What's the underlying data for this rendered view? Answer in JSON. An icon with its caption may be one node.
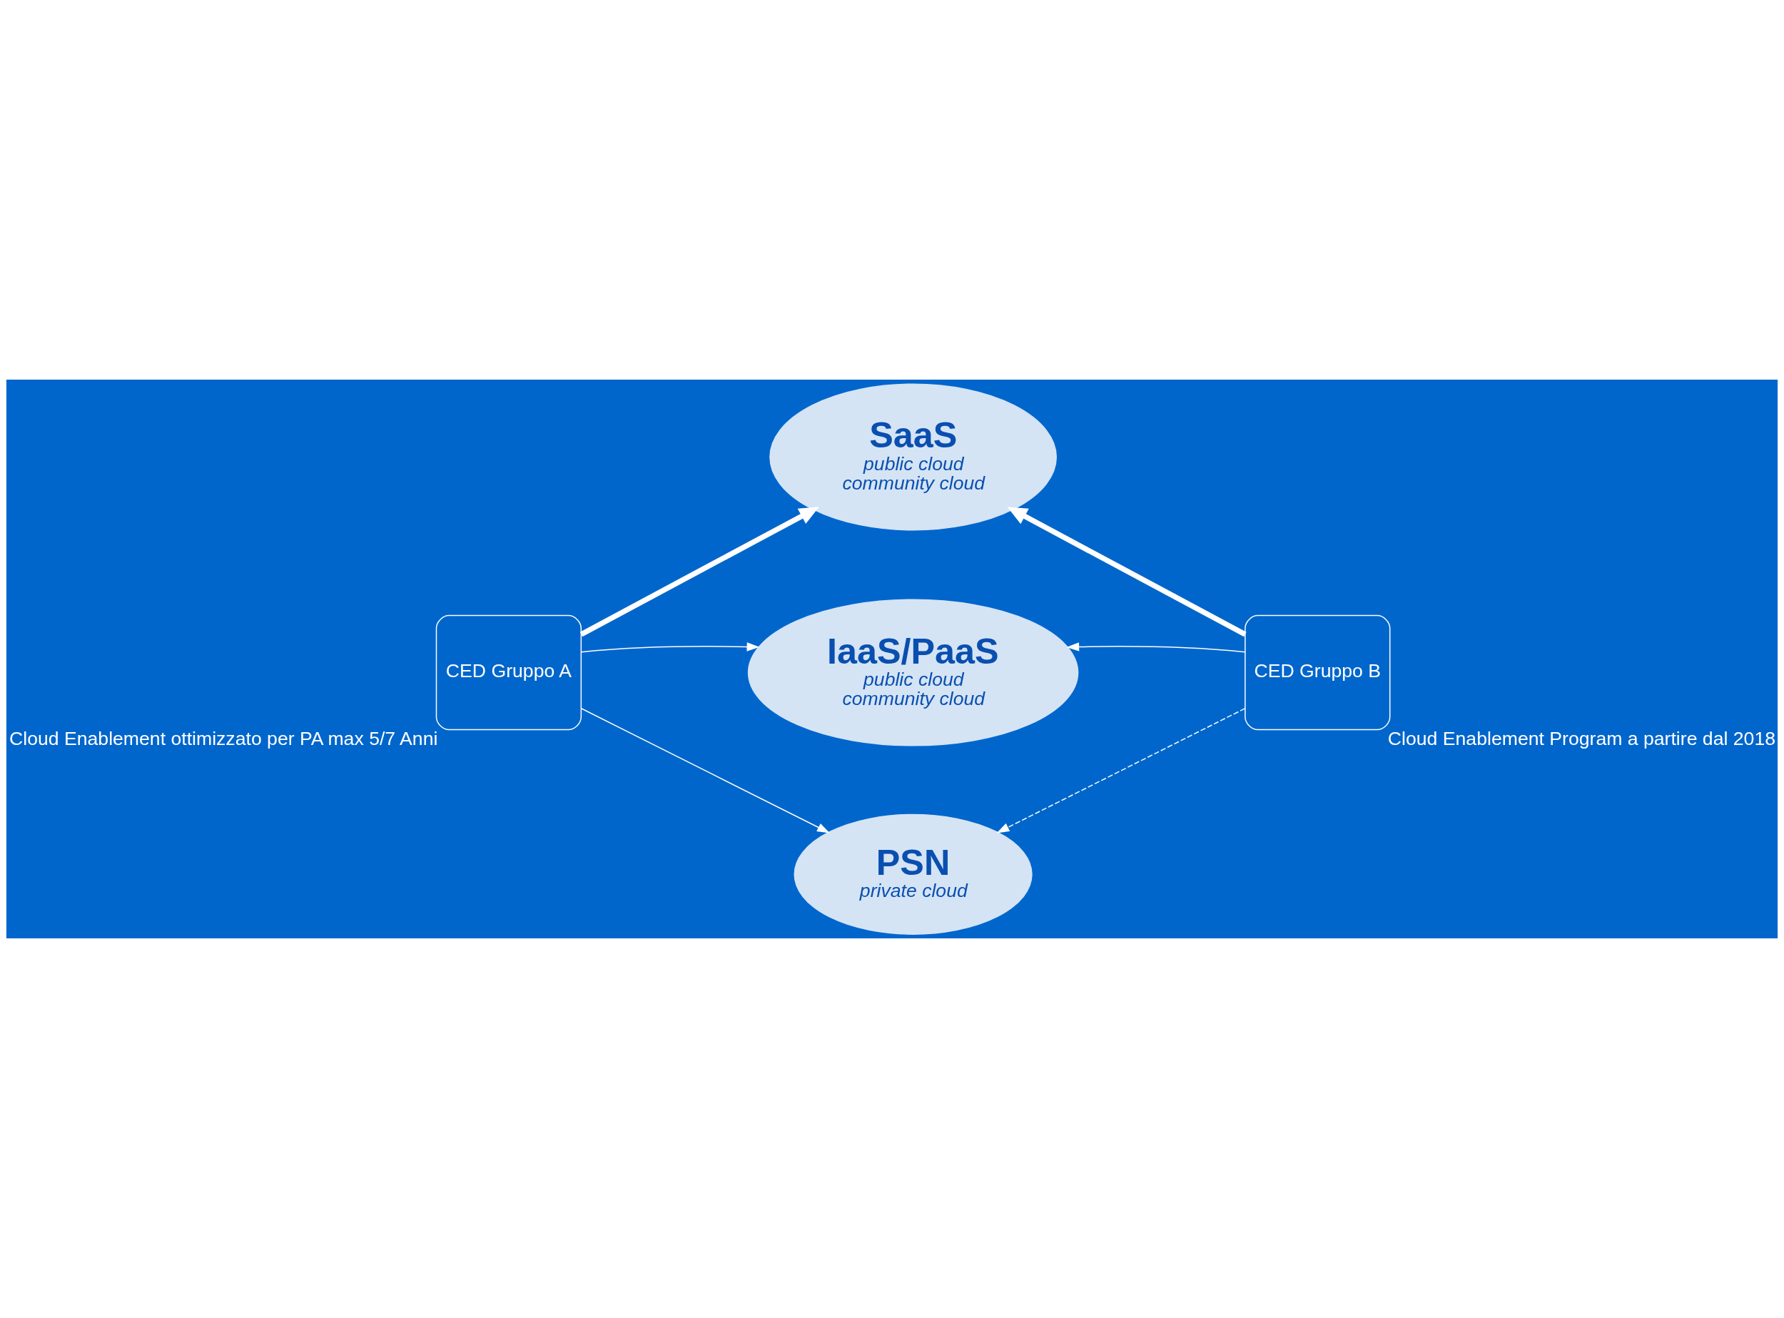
{
  "diagram": {
    "nodes": [
      {
        "text": [
          "SaaS",
          "public cloud",
          "community cloud"
        ]
      },
      {
        "text": [
          "IaaS/PaaS",
          "public cloud",
          "community cloud"
        ]
      },
      {
        "text": [
          "PSN",
          "private cloud"
        ]
      },
      {
        "text": [
          "CED Gruppo A"
        ],
        "beside": [
          "Cloud Enablement ottimizzato per PA max 5/7 Anni"
        ]
      },
      {
        "text": [
          "CED Gruppo B"
        ],
        "beside": [
          "Cloud Enablement Program a partire dal 2018"
        ]
      }
    ],
    "edges": [
      {
        "from": 3,
        "to": 0,
        "arrow": "to",
        "style": "thick"
      },
      {
        "from": 3,
        "to": 1,
        "arrow": "to"
      },
      {
        "from": 3,
        "to": 2,
        "arrow": "to"
      },
      {
        "from": 4,
        "to": 0,
        "arrow": "to",
        "style": "thick"
      },
      {
        "from": 4,
        "to": 1,
        "arrow": "to"
      },
      {
        "from": 4,
        "to": 2,
        "arrow": "to",
        "style": "dashed"
      }
    ]
  }
}
